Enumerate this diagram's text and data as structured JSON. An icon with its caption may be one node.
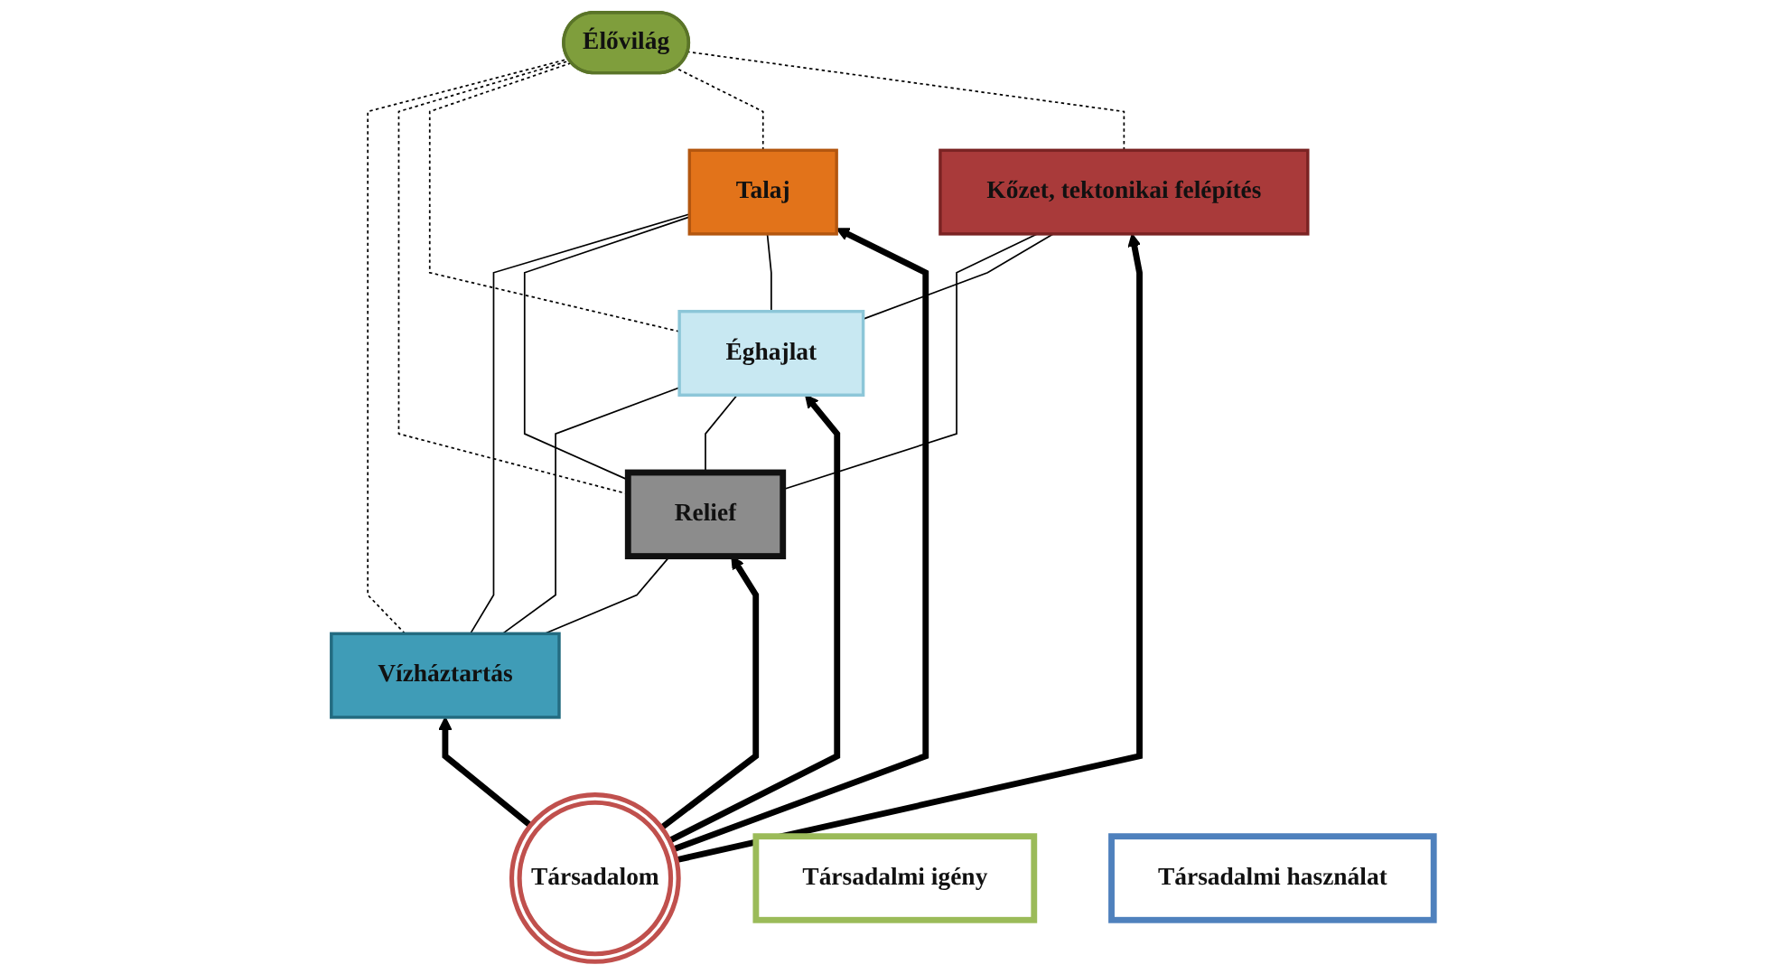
{
  "diagram": {
    "nodes": [
      {
        "text": [
          "Vízháztartás"
        ]
      },
      {
        "text": [
          "Relief"
        ]
      },
      {
        "text": [
          "Éghajlat"
        ]
      },
      {
        "text": [
          "Kőzet, tektonikai felépítés"
        ]
      },
      {
        "text": [
          "Talaj"
        ]
      },
      {
        "text": [
          "Élővilág"
        ]
      },
      {
        "text": [
          "Társadalom"
        ]
      },
      {
        "text": [
          "Társadalmi igény"
        ]
      },
      {
        "text": [
          "Társadalmi használat"
        ]
      }
    ],
    "edges": [
      {
        "from": 0,
        "to": 2,
        "arrow": "none"
      },
      {
        "from": 0,
        "to": 1,
        "arrow": "none"
      },
      {
        "from": 0,
        "to": 4,
        "arrow": "none"
      },
      {
        "from": 1,
        "to": 2,
        "arrow": "none"
      },
      {
        "from": 1,
        "to": 4,
        "arrow": "none"
      },
      {
        "from": 1,
        "to": 3,
        "arrow": "none"
      },
      {
        "from": 2,
        "to": 3,
        "arrow": "none"
      },
      {
        "from": 2,
        "to": 4,
        "arrow": "none"
      },
      {
        "from": 0,
        "to": 5,
        "arrow": "none",
        "style": "dashed"
      },
      {
        "from": 1,
        "to": 5,
        "arrow": "none",
        "style": "dashed"
      },
      {
        "from": 2,
        "to": 5,
        "arrow": "none",
        "style": "dashed"
      },
      {
        "from": 4,
        "to": 5,
        "arrow": "none",
        "style": "dashed"
      },
      {
        "from": 3,
        "to": 5,
        "arrow": "none",
        "style": "dashed"
      },
      {
        "from": 6,
        "to": 4,
        "arrow": "to",
        "style": "thick"
      },
      {
        "from": 6,
        "to": 2,
        "arrow": "to",
        "style": "thick"
      },
      {
        "from": 6,
        "to": 0,
        "arrow": "to",
        "style": "thick"
      },
      {
        "from": 6,
        "to": 1,
        "arrow": "to",
        "style": "thick"
      },
      {
        "from": 6,
        "to": 3,
        "arrow": "to",
        "style": "thick"
      }
    ]
  }
}
